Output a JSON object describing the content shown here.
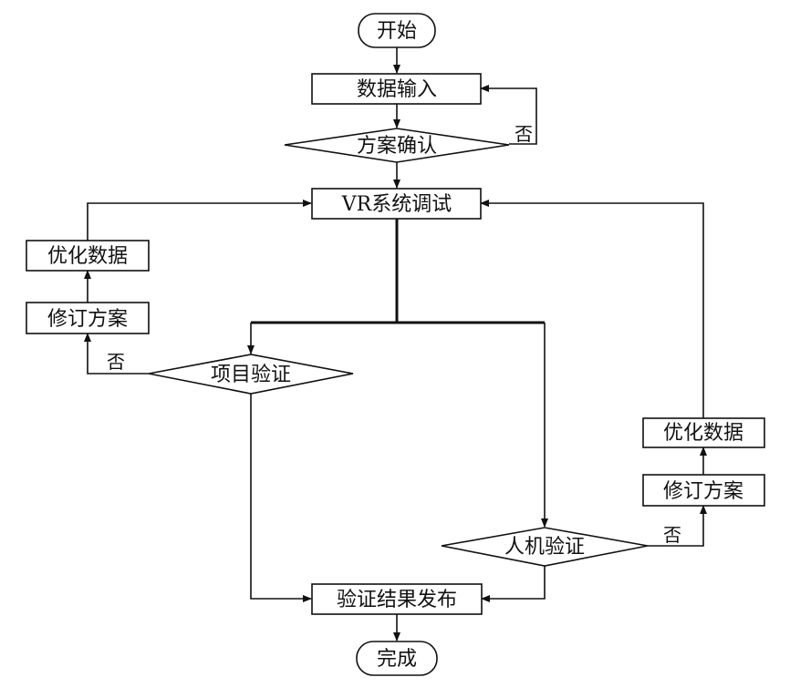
{
  "nodes": {
    "start": "开始",
    "data_input": "数据输入",
    "plan_confirm": "方案确认",
    "vr_debug": "VR系统调试",
    "left_optimize": "优化数据",
    "left_revise": "修订方案",
    "project_verify": "项目验证",
    "right_optimize": "优化数据",
    "right_revise": "修订方案",
    "human_verify": "人机验证",
    "publish": "验证结果发布",
    "end": "完成"
  },
  "edge_labels": {
    "plan_confirm_no": "否",
    "project_verify_no": "否",
    "human_verify_no": "否"
  }
}
